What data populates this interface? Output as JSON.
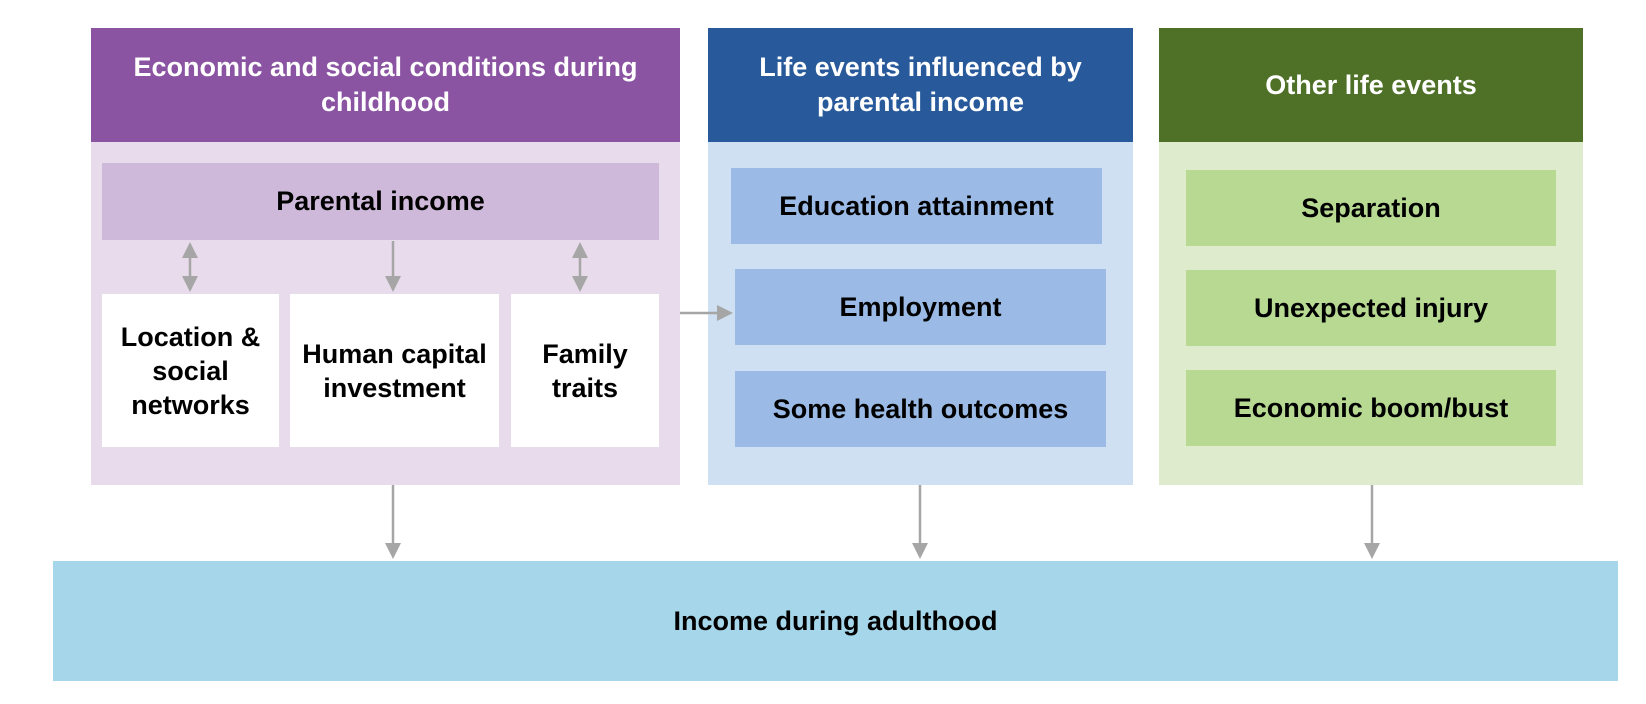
{
  "columns": [
    {
      "header": "Economic and social conditions during childhood",
      "color": "#8a54a2",
      "top_box": "Parental income",
      "sub_boxes": [
        "Location & social networks",
        "Human capital investment",
        "Family traits"
      ]
    },
    {
      "header": "Life events influenced by parental income",
      "color": "#27599b",
      "boxes": [
        "Education attainment",
        "Employment",
        "Some health outcomes"
      ]
    },
    {
      "header": "Other life events",
      "color": "#4f7027",
      "boxes": [
        "Separation",
        "Unexpected injury",
        "Economic boom/bust"
      ]
    }
  ],
  "outcome": "Income during adulthood",
  "outcome_color": "#a5d6e9",
  "arrow_color": "#a6a6a6"
}
